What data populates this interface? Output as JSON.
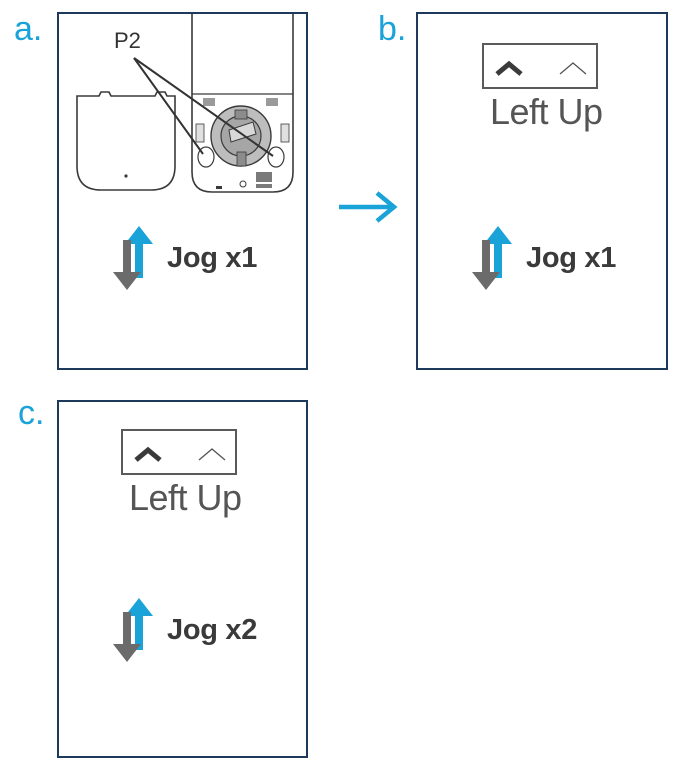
{
  "steps": {
    "a": {
      "letter": "a.",
      "callout": "P2",
      "jog_label": "Jog x1"
    },
    "b": {
      "letter": "b.",
      "direction_label": "Left Up",
      "jog_label": "Jog x1"
    },
    "c": {
      "letter": "c.",
      "direction_label": "Left Up",
      "jog_label": "Jog x2"
    }
  },
  "colors": {
    "accent": "#1aa3d8",
    "frame": "#1d3a5c",
    "arrow_down": "#6b6b6b",
    "text": "#3a3a3a"
  },
  "icons": {
    "jog": "up-down-arrow-icon",
    "next": "right-arrow-icon",
    "left_chevron": "chevron-up-filled-icon",
    "right_chevron": "chevron-up-outline-icon"
  }
}
